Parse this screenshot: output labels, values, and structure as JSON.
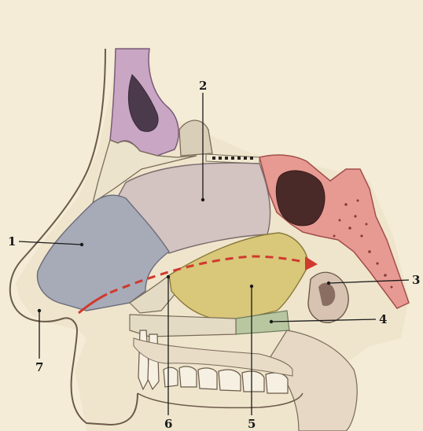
{
  "figure": {
    "labels": [
      {
        "id": "1",
        "text": "1"
      },
      {
        "id": "2",
        "text": "2"
      },
      {
        "id": "3",
        "text": "3"
      },
      {
        "id": "4",
        "text": "4"
      },
      {
        "id": "5",
        "text": "5"
      },
      {
        "id": "6",
        "text": "6"
      },
      {
        "id": "7",
        "text": "7"
      }
    ],
    "colors": {
      "background": "#f4ecd6",
      "skin_outline": "#6b5a4a",
      "bone": "#ece3cc",
      "frontal_bone": "#c9a6c4",
      "sphenoid_bone": "#e79a92",
      "septal_cartilage": "#d3c3c1",
      "alar_cartilage": "#a7aab7",
      "vomer": "#d9c77a",
      "airflow_arrow": "#d0392e",
      "teeth": "#f5f0e2"
    }
  }
}
